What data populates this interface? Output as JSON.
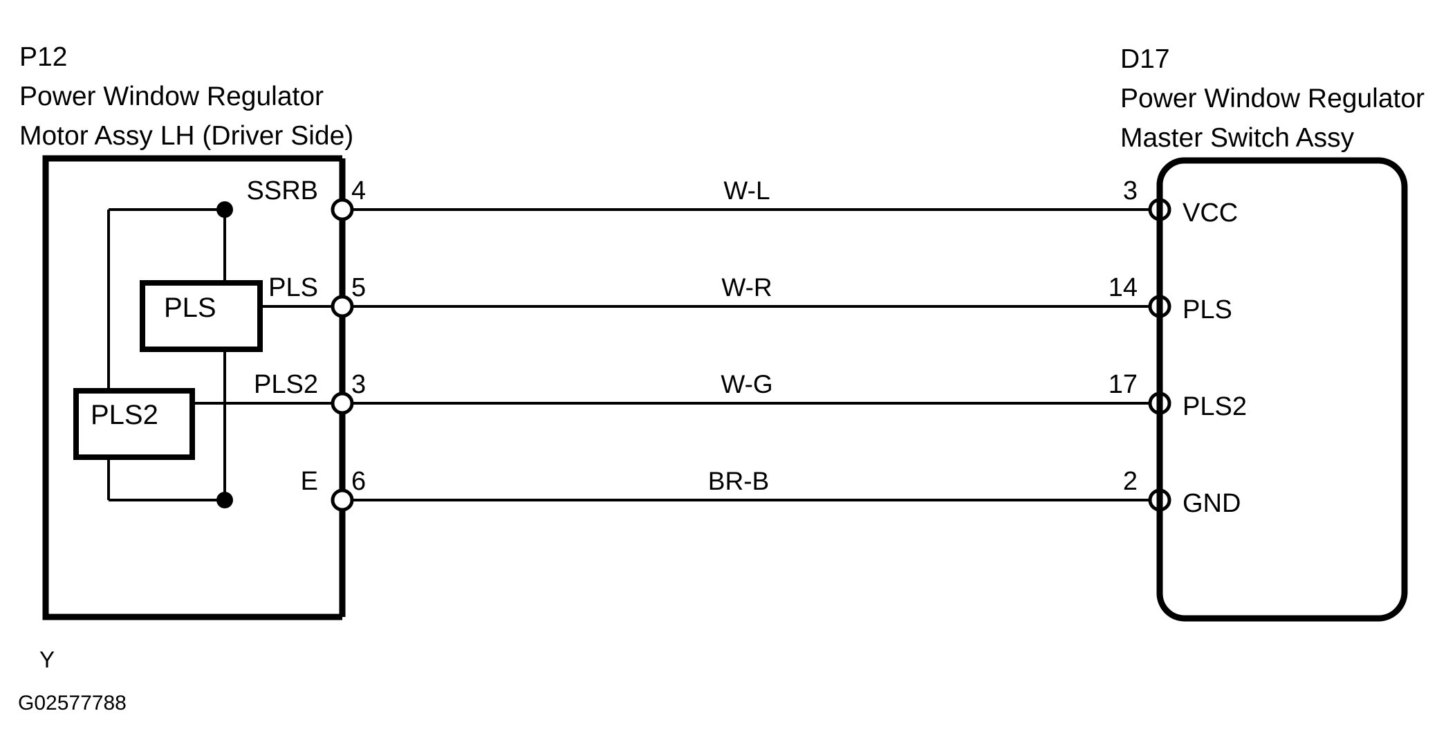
{
  "diagram": {
    "drawing_code": "G02577788",
    "ground_marker": "Y",
    "left_connector": {
      "code": "P12",
      "name_line1": "Power Window Regulator",
      "name_line2": "Motor Assy LH (Driver Side)",
      "terminals": [
        {
          "signal": "SSRB",
          "pin": "4"
        },
        {
          "signal": "PLS",
          "pin": "5"
        },
        {
          "signal": "PLS2",
          "pin": "3"
        },
        {
          "signal": "E",
          "pin": "6"
        }
      ],
      "components": [
        {
          "label": "PLS"
        },
        {
          "label": "PLS2"
        }
      ]
    },
    "right_connector": {
      "code": "D17",
      "name_line1": "Power Window Regulator",
      "name_line2": "Master Switch Assy",
      "terminals": [
        {
          "signal": "VCC",
          "pin": "3"
        },
        {
          "signal": "PLS",
          "pin": "14"
        },
        {
          "signal": "PLS2",
          "pin": "17"
        },
        {
          "signal": "GND",
          "pin": "2"
        }
      ]
    },
    "wires": [
      {
        "color_code": "W-L",
        "from_pin": "4",
        "to_pin": "3"
      },
      {
        "color_code": "W-R",
        "from_pin": "5",
        "to_pin": "14"
      },
      {
        "color_code": "W-G",
        "from_pin": "3",
        "to_pin": "17"
      },
      {
        "color_code": "BR-B",
        "from_pin": "6",
        "to_pin": "2"
      }
    ],
    "colors": {
      "line": "#000000",
      "background": "#ffffff"
    }
  }
}
